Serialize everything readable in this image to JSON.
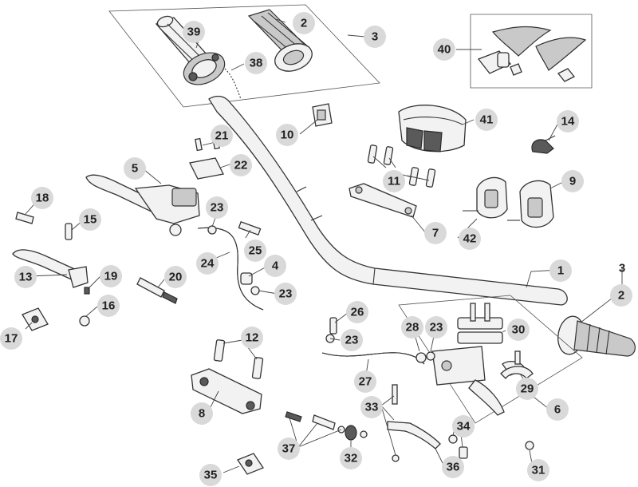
{
  "diagram": {
    "callouts": [
      {
        "id": "c1",
        "label": "1"
      },
      {
        "id": "c2",
        "label": "2"
      },
      {
        "id": "c2r",
        "label": "2"
      },
      {
        "id": "c3",
        "label": "3"
      },
      {
        "id": "c3r",
        "label": "3"
      },
      {
        "id": "c4",
        "label": "4"
      },
      {
        "id": "c5",
        "label": "5"
      },
      {
        "id": "c6",
        "label": "6"
      },
      {
        "id": "c7",
        "label": "7"
      },
      {
        "id": "c8",
        "label": "8"
      },
      {
        "id": "c9",
        "label": "9"
      },
      {
        "id": "c10",
        "label": "10"
      },
      {
        "id": "c11",
        "label": "11"
      },
      {
        "id": "c12",
        "label": "12"
      },
      {
        "id": "c13",
        "label": "13"
      },
      {
        "id": "c14",
        "label": "14"
      },
      {
        "id": "c15",
        "label": "15"
      },
      {
        "id": "c16",
        "label": "16"
      },
      {
        "id": "c17",
        "label": "17"
      },
      {
        "id": "c18",
        "label": "18"
      },
      {
        "id": "c19",
        "label": "19"
      },
      {
        "id": "c20",
        "label": "20"
      },
      {
        "id": "c21",
        "label": "21"
      },
      {
        "id": "c22",
        "label": "22"
      },
      {
        "id": "c23a",
        "label": "23"
      },
      {
        "id": "c23b",
        "label": "23"
      },
      {
        "id": "c23c",
        "label": "23"
      },
      {
        "id": "c23d",
        "label": "23"
      },
      {
        "id": "c24",
        "label": "24"
      },
      {
        "id": "c25",
        "label": "25"
      },
      {
        "id": "c26",
        "label": "26"
      },
      {
        "id": "c27",
        "label": "27"
      },
      {
        "id": "c28",
        "label": "28"
      },
      {
        "id": "c29",
        "label": "29"
      },
      {
        "id": "c30",
        "label": "30"
      },
      {
        "id": "c31",
        "label": "31"
      },
      {
        "id": "c32",
        "label": "32"
      },
      {
        "id": "c33",
        "label": "33"
      },
      {
        "id": "c34",
        "label": "34"
      },
      {
        "id": "c35",
        "label": "35"
      },
      {
        "id": "c36",
        "label": "36"
      },
      {
        "id": "c37",
        "label": "37"
      },
      {
        "id": "c38",
        "label": "38"
      },
      {
        "id": "c39",
        "label": "39"
      },
      {
        "id": "c40",
        "label": "40"
      },
      {
        "id": "c41",
        "label": "41"
      },
      {
        "id": "c42",
        "label": "42"
      }
    ]
  }
}
